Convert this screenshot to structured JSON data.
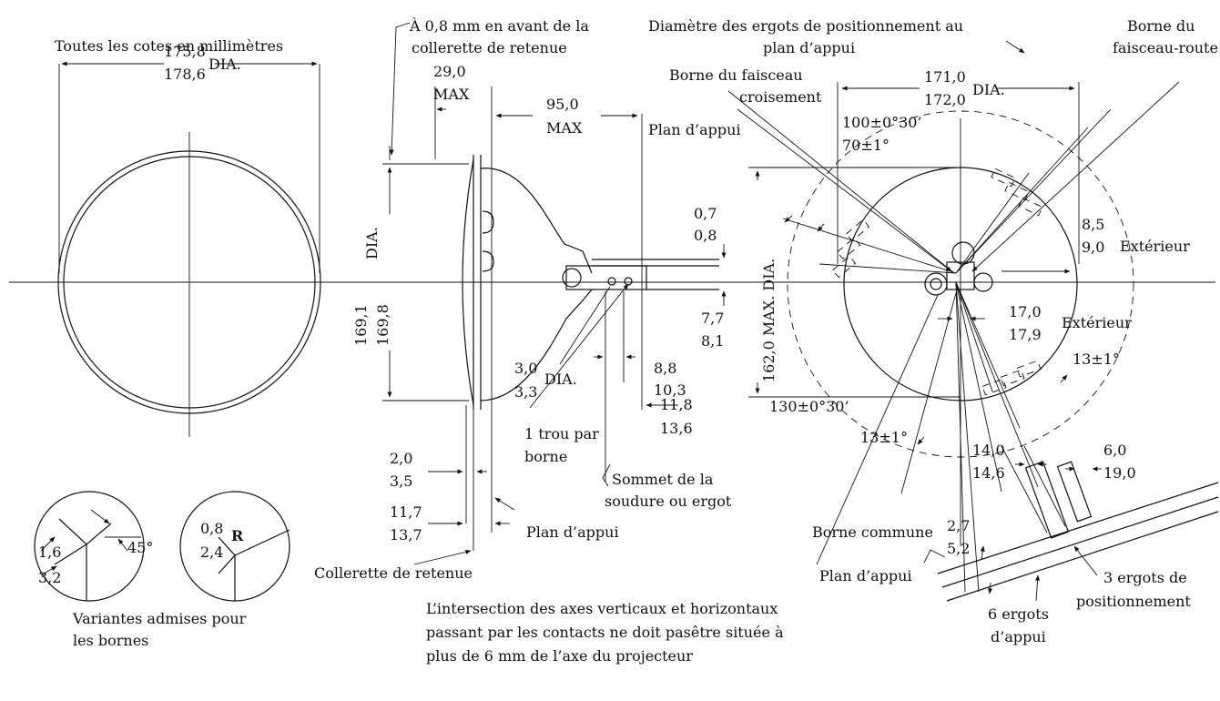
{
  "labels": {
    "all_dims_mm": "Toutes les cotes en millimètres",
    "front_dia_1": "175,8",
    "front_dia_2": "178,6",
    "front_dia_suffix": "DIA.",
    "ahead_line1": "À 0,8 mm en avant de la",
    "ahead_line2": "collerette de retenue",
    "side_29": "29,0",
    "side_29_max": "MAX",
    "side_95": "95,0",
    "side_95_max": "MAX",
    "side_dia_1": "169,1",
    "side_dia_2": "169,8",
    "side_dia_suffix": "DIA.",
    "terminal_07": "0,7",
    "terminal_08": "0,8",
    "terminal_77": "7,7",
    "terminal_81": "8,1",
    "hole_30": "3,0",
    "hole_33": "3,3",
    "hole_dia": "DIA.",
    "dim_88": "8,8",
    "dim_103": "10,3",
    "dim_118": "11,8",
    "dim_136": "13,6",
    "hole_per_terminal_1": "1 trou par",
    "hole_per_terminal_2": "borne",
    "weld_top_1": "Sommet de la",
    "weld_top_2": "soudure ou ergot",
    "dim_20": "2,0",
    "dim_35": "3,5",
    "dim_117": "11,7",
    "dim_137": "13,7",
    "seating_plane_side": "Plan d’appui",
    "retaining_flange": "Collerette de retenue",
    "variant_16": "1,6",
    "variant_32": "3,2",
    "variant_45": "45°",
    "variant_08": "0,8",
    "variant_24": "2,4",
    "variant_R": "R",
    "variants_caption_1": "Variantes admises pour",
    "variants_caption_2": "les bornes",
    "footnote_1": "L’intersection des axes verticaux et horizontaux",
    "footnote_2": "passant par les contacts ne doit pasêtre située à",
    "footnote_3": "plus de 6 mm de  l’axe du projecteur",
    "lug_dia_1": "Diamètre des ergots de positionnement au",
    "lug_dia_2": "plan d’appui",
    "low_beam_1": "Borne du faisceau",
    "low_beam_2": "croisement",
    "high_beam_1": "Borne du",
    "high_beam_2": "faisceau-route",
    "back_171": "171,0",
    "back_172": "172,0",
    "back_dia": "DIA.",
    "angle_100": "100±0°30’",
    "angle_70": "70±1°",
    "seating_plane_back": "Plan d’appui",
    "back_162": "162,0 MAX. DIA.",
    "dim_85": "8,5",
    "dim_90": "9,0",
    "exterior_1": "Extérieur",
    "dim_170": "17,0",
    "dim_179": "17,9",
    "exterior_2": "Extérieur",
    "angle_13_right": "13±1°",
    "angle_130": "130±0°30’",
    "angle_13_bottom": "13±1°",
    "dim_140": "14,0",
    "dim_146": "14,6",
    "dim_60": "6,0",
    "dim_190": "19,0",
    "dim_27": "2,7",
    "dim_52": "5,2",
    "common_terminal": "Borne commune",
    "seating_plane_detail": "Plan d’appui",
    "six_lugs_1": "6 ergots",
    "six_lugs_2": "d’appui",
    "three_lugs_1": "3 ergots de",
    "three_lugs_2": "positionnement"
  }
}
